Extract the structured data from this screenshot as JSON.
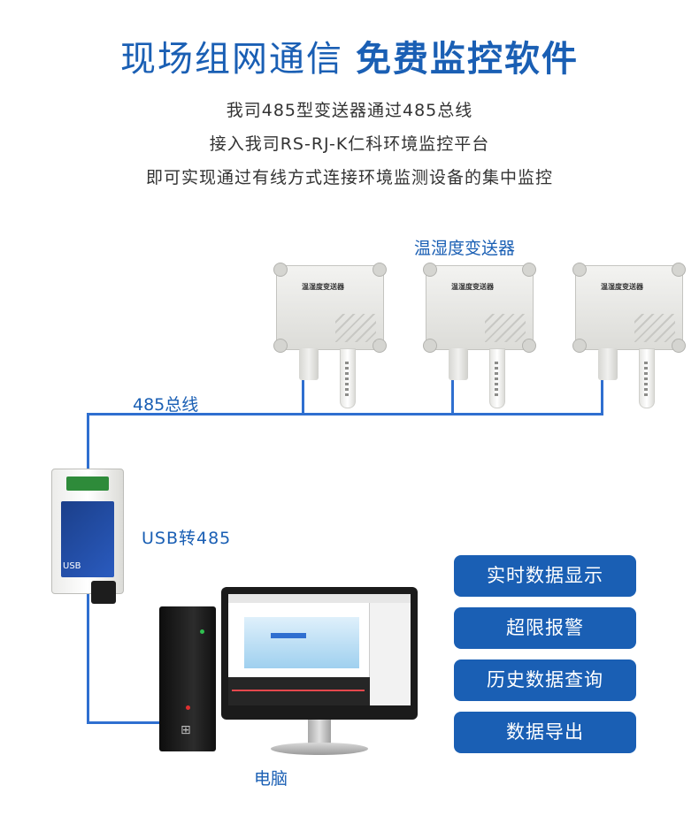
{
  "title": {
    "part1": "现场组网通信",
    "part2": "免费监控软件"
  },
  "intro": [
    "我司485型变送器通过485总线",
    "接入我司RS-RJ-K仁科环境监控平台",
    "即可实现通过有线方式连接环境监测设备的集中监控"
  ],
  "diagram": {
    "sensor_group_label": "温湿度变送器",
    "sensor_device_label": "温湿度变送器",
    "bus_label": "485总线",
    "converter_label": "USB转485",
    "converter_usb_tag": "USB",
    "computer_label": "电脑",
    "wire_color": "#2f6fd0"
  },
  "features": [
    "实时数据显示",
    "超限报警",
    "历史数据查询",
    "数据导出"
  ],
  "colors": {
    "accent": "#1a5fb4",
    "text": "#333333"
  }
}
